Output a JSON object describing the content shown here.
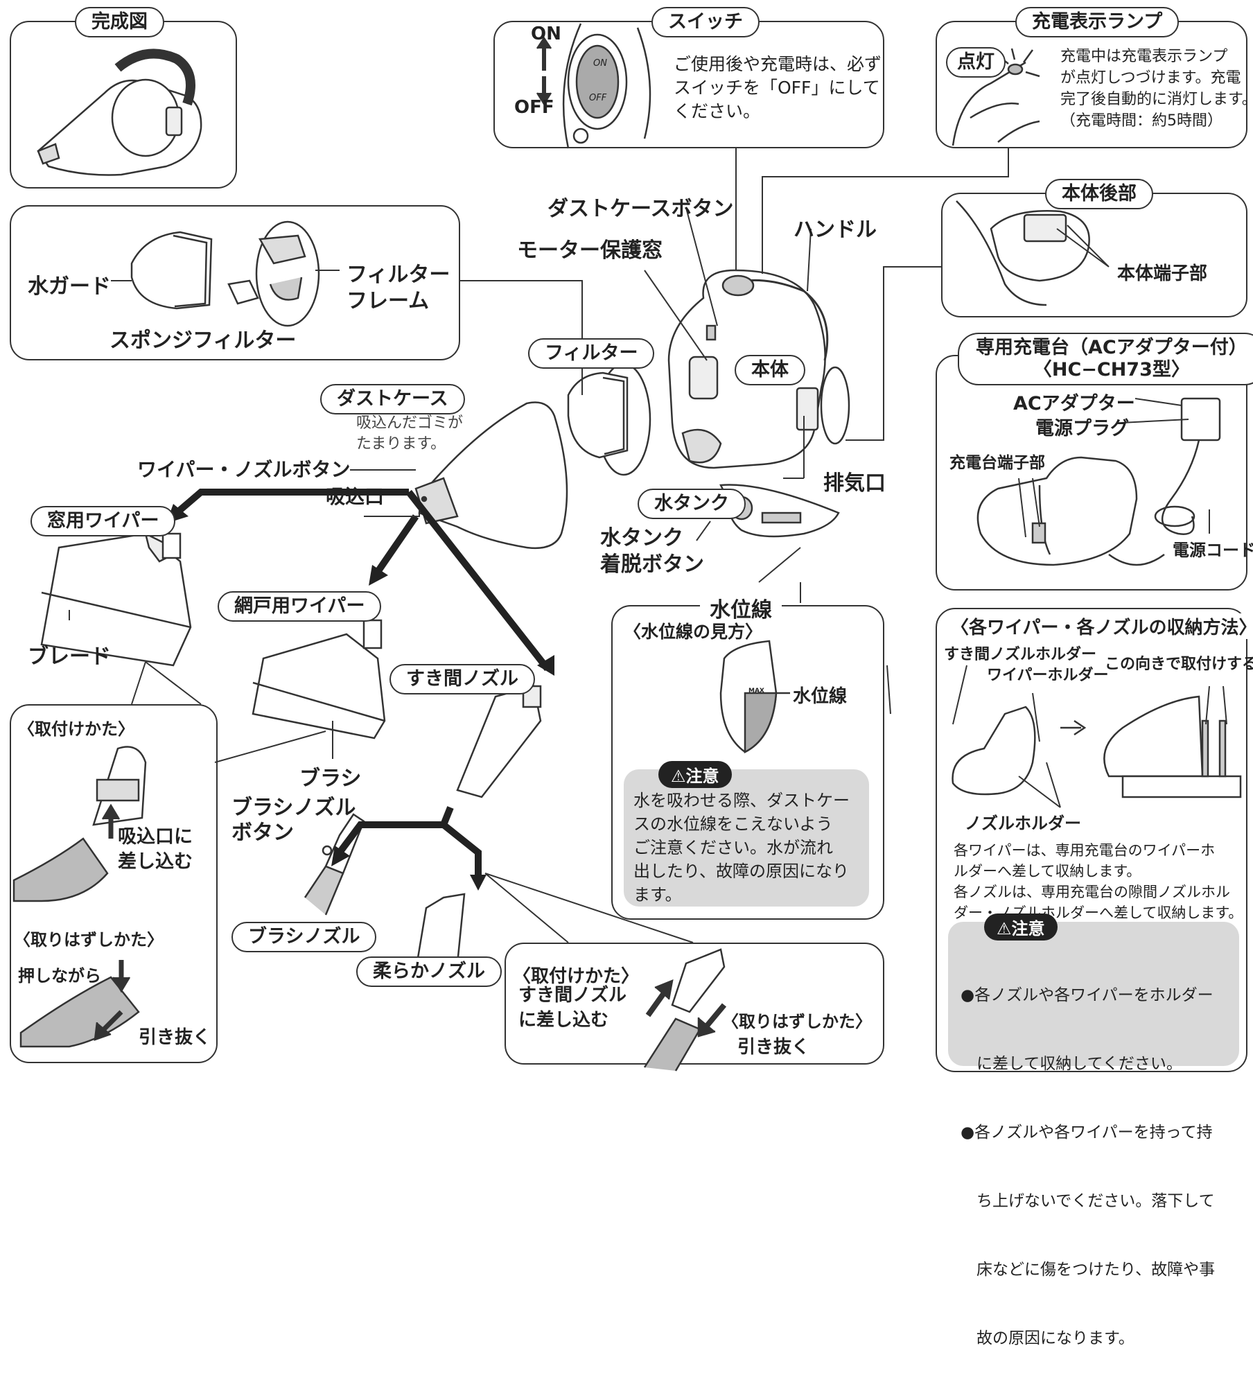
{
  "completed": {
    "tag": "完成図"
  },
  "switch": {
    "tag": "スイッチ",
    "on": "ON",
    "off": "OFF",
    "knob_on": "ON",
    "knob_off": "OFF",
    "text": [
      "ご使用後や充電時は、必ず",
      "スイッチを「OFF」にして",
      "ください。"
    ]
  },
  "charge_lamp": {
    "tag": "充電表示ランプ",
    "lit": "点灯",
    "text": [
      "充電中は充電表示ランプ",
      "が点灯しつづけます。充電",
      "完了後自動的に消灯します。",
      "（充電時間：約5時間）"
    ]
  },
  "filter_group": {
    "water_guard": "水ガード",
    "filter_frame": [
      "フィルター",
      "フレーム"
    ],
    "sponge_filter": "スポンジフィルター"
  },
  "main_labels": {
    "dust_case_button": "ダストケースボタン",
    "motor_window": "モーター保護窓",
    "handle": "ハンドル",
    "filter_tag": "フィルター",
    "body_tag": "本体",
    "exhaust": "排気口",
    "dust_case_tag": "ダストケース",
    "dust_case_note": [
      "吸込んだゴミが",
      "たまります。"
    ],
    "wiper_nozzle_button": "ワイパー・ノズルボタン",
    "intake": "吸込口",
    "water_tank_tag": "水タンク",
    "water_tank_release": [
      "水タンク",
      "着脱ボタン"
    ]
  },
  "rear": {
    "tag": "本体後部",
    "terminal": "本体端子部"
  },
  "charger": {
    "tag_line1": "専用充電台（ACアダプター付）",
    "tag_line2": "〈HC−CH73型〉",
    "ac_adapter": "ACアダプター",
    "power_plug": "電源プラグ",
    "charger_terminal": "充電台端子部",
    "power_cord": "電源コード"
  },
  "attachments": {
    "window_wiper_tag": "窓用ワイパー",
    "blade": "ブレード",
    "screen_wiper_tag": "網戸用ワイパー",
    "brush": "ブラシ",
    "crevice_nozzle_tag": "すき間ノズル",
    "brush_nozzle_button": [
      "ブラシノズル",
      "ボタン"
    ],
    "brush_nozzle_tag": "ブラシノズル",
    "soft_nozzle_tag": "柔らかノズル"
  },
  "attach_howto": {
    "attach_title": "〈取付けかた〉",
    "insert": [
      "吸込口に",
      "差し込む"
    ],
    "remove_title": "〈取りはずしかた〉",
    "press": "押しながら",
    "pull": "引き抜く"
  },
  "nozzle_howto": {
    "attach_title": "〈取付けかた〉",
    "attach_text": [
      "すき間ノズル",
      "に差し込む"
    ],
    "remove_title": "〈取りはずしかた〉",
    "remove_text": "引き抜く"
  },
  "water_level": {
    "tag": "水位線",
    "subtitle": "〈水位線の見方〉",
    "max": "MAX",
    "label": "水位線",
    "caution_tag": "⚠注意",
    "caution_text": [
      "水を吸わせる際、ダストケー",
      "スの水位線をこえないよう",
      "ご注意ください。水が流れ",
      "出したり、故障の原因になり",
      "ます。"
    ]
  },
  "storage": {
    "title": "〈各ワイパー・各ノズルの収納方法〉",
    "crevice_holder": "すき間ノズルホルダー",
    "wiper_holder": "ワイパーホルダー",
    "orientation": "この向きで取付けする",
    "nozzle_holder": "ノズルホルダー",
    "text": [
      "各ワイパーは、専用充電台のワイパーホ",
      "ルダーへ差して収納します。",
      "各ノズルは、専用充電台の隙間ノズルホル",
      "ダー・ノズルホルダーへ差して収納します。"
    ],
    "caution_tag": "⚠注意",
    "caution_items": [
      [
        "●各ノズルや各ワイパーをホルダー",
        "　に差して収納してください。"
      ],
      [
        "●各ノズルや各ワイパーを持って持",
        "　ち上げないでください。落下して",
        "　床などに傷をつけたり、故障や事",
        "　故の原因になります。"
      ]
    ]
  }
}
